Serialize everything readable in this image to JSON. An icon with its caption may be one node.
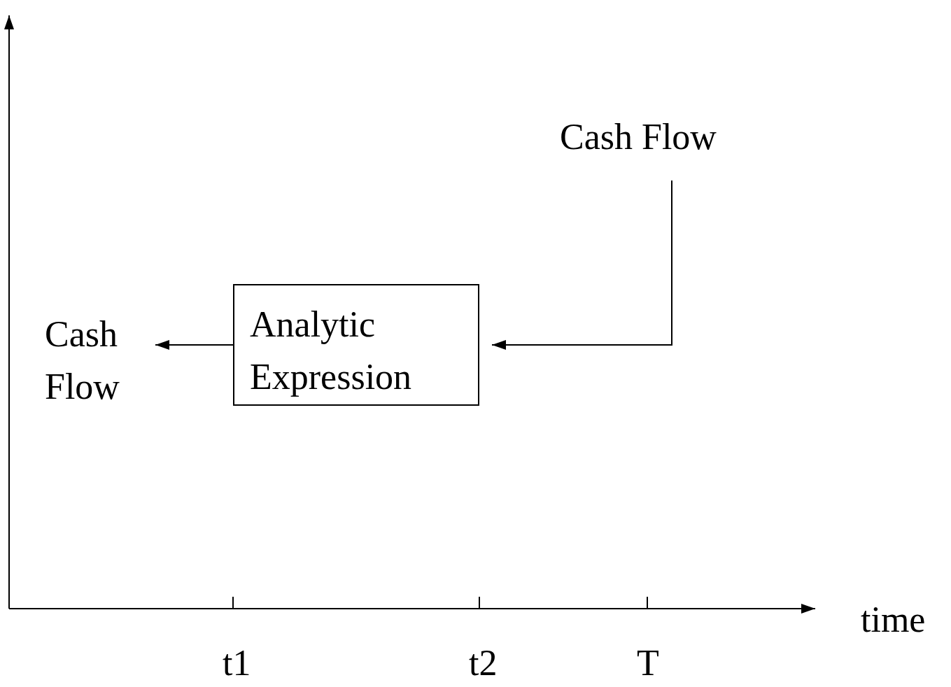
{
  "diagram": {
    "nodes": [
      {
        "text": [
          "Cash Flow"
        ]
      },
      {
        "text": [
          "Analytic Expression"
        ]
      },
      {
        "text": [
          "Cash Flow"
        ]
      }
    ],
    "edges": [
      {
        "from": 0,
        "to": 1,
        "arrow": "to"
      },
      {
        "from": 1,
        "to": 2,
        "arrow": "to"
      }
    ],
    "labels": [
      "time",
      "t1",
      "t2",
      "T"
    ]
  }
}
